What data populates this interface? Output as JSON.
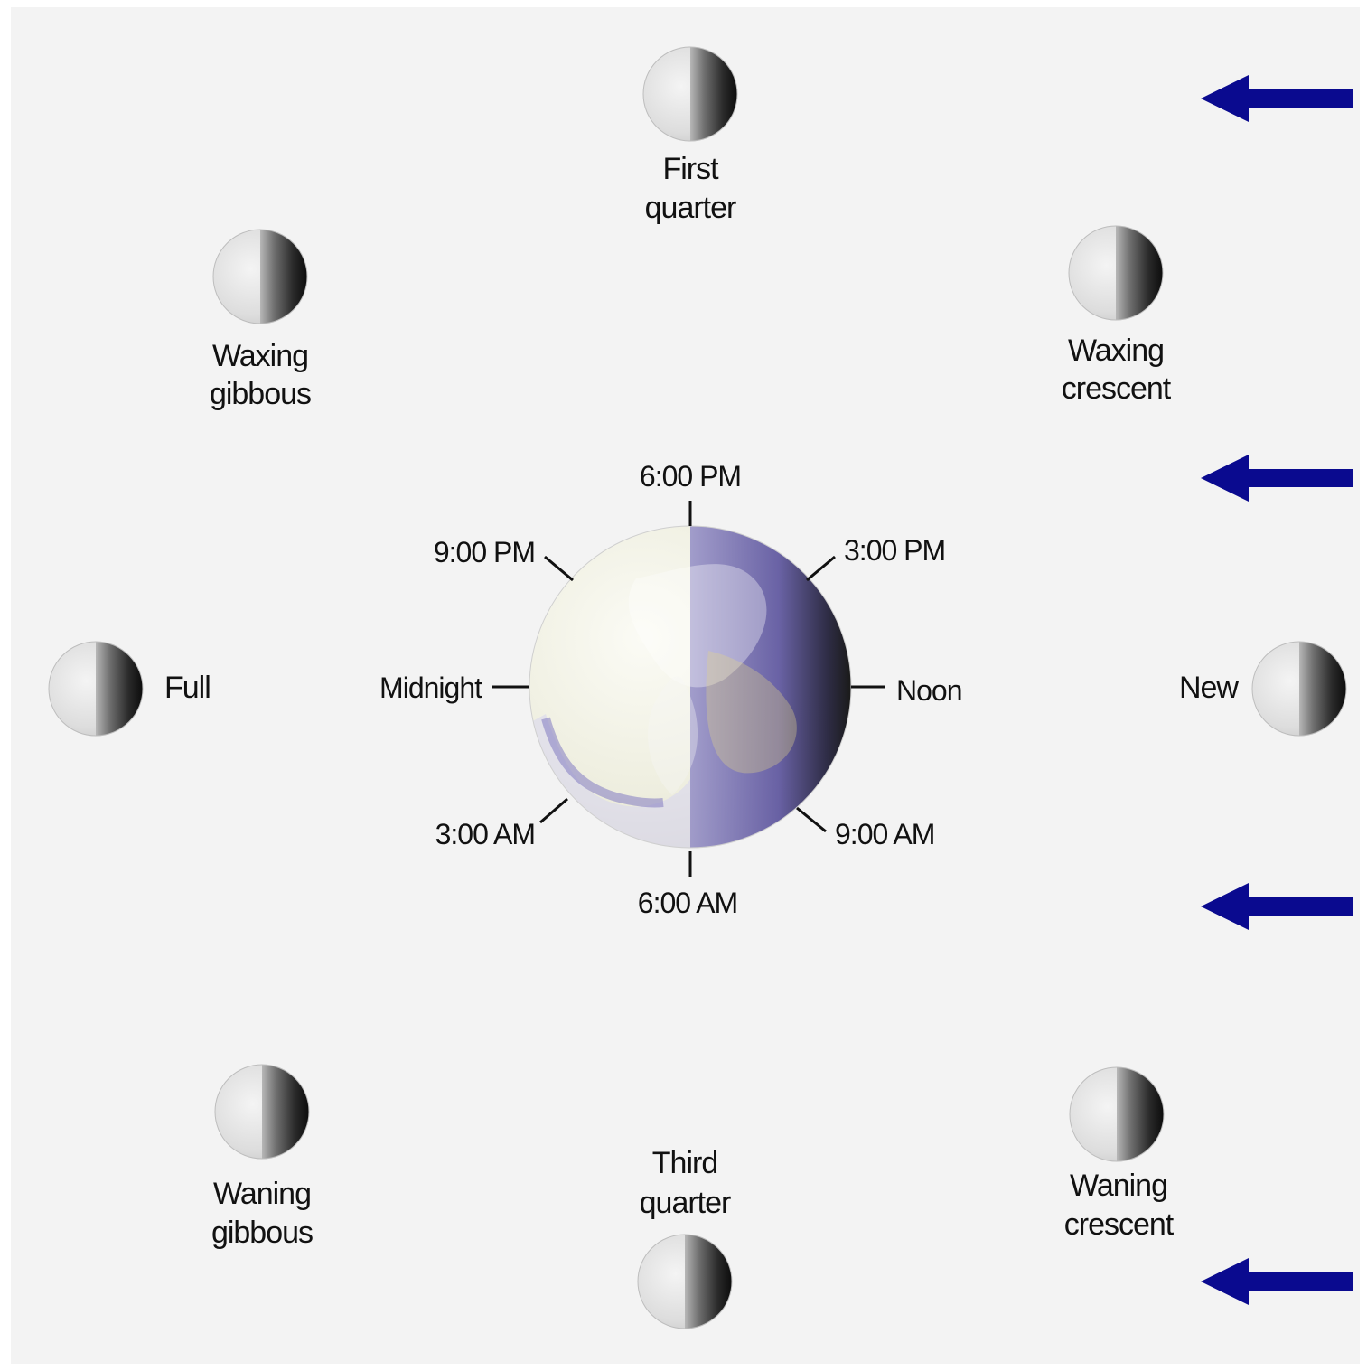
{
  "colors": {
    "background": "#f3f3f3",
    "frame": "#ffffff",
    "arrow": "#0a0a8f",
    "moon_light": "#e2e2e2",
    "moon_dark": "#111111",
    "earth_day": "#f2f1e6",
    "earth_night": "#6f66b0"
  },
  "icons": {
    "sunlight": "left-arrow-icon",
    "moon": "half-lit-moon-icon",
    "earth": "earth-globe-icon"
  },
  "moon_phases": [
    {
      "id": "first-quarter",
      "line1": "First",
      "line2": "quarter"
    },
    {
      "id": "waxing-gibbous",
      "line1": "Waxing",
      "line2": "gibbous"
    },
    {
      "id": "waxing-crescent",
      "line1": "Waxing",
      "line2": "crescent"
    },
    {
      "id": "full",
      "line1": "Full",
      "line2": ""
    },
    {
      "id": "new",
      "line1": "New",
      "line2": ""
    },
    {
      "id": "waning-gibbous",
      "line1": "Waning",
      "line2": "gibbous"
    },
    {
      "id": "third-quarter",
      "line1": "Third",
      "line2": "quarter"
    },
    {
      "id": "waning-crescent",
      "line1": "Waning",
      "line2": "crescent"
    }
  ],
  "times": {
    "six_pm": "6:00 PM",
    "nine_pm": "9:00 PM",
    "three_pm": "3:00 PM",
    "midnight": "Midnight",
    "noon": "Noon",
    "three_am": "3:00 AM",
    "nine_am": "9:00 AM",
    "six_am": "6:00 AM"
  }
}
